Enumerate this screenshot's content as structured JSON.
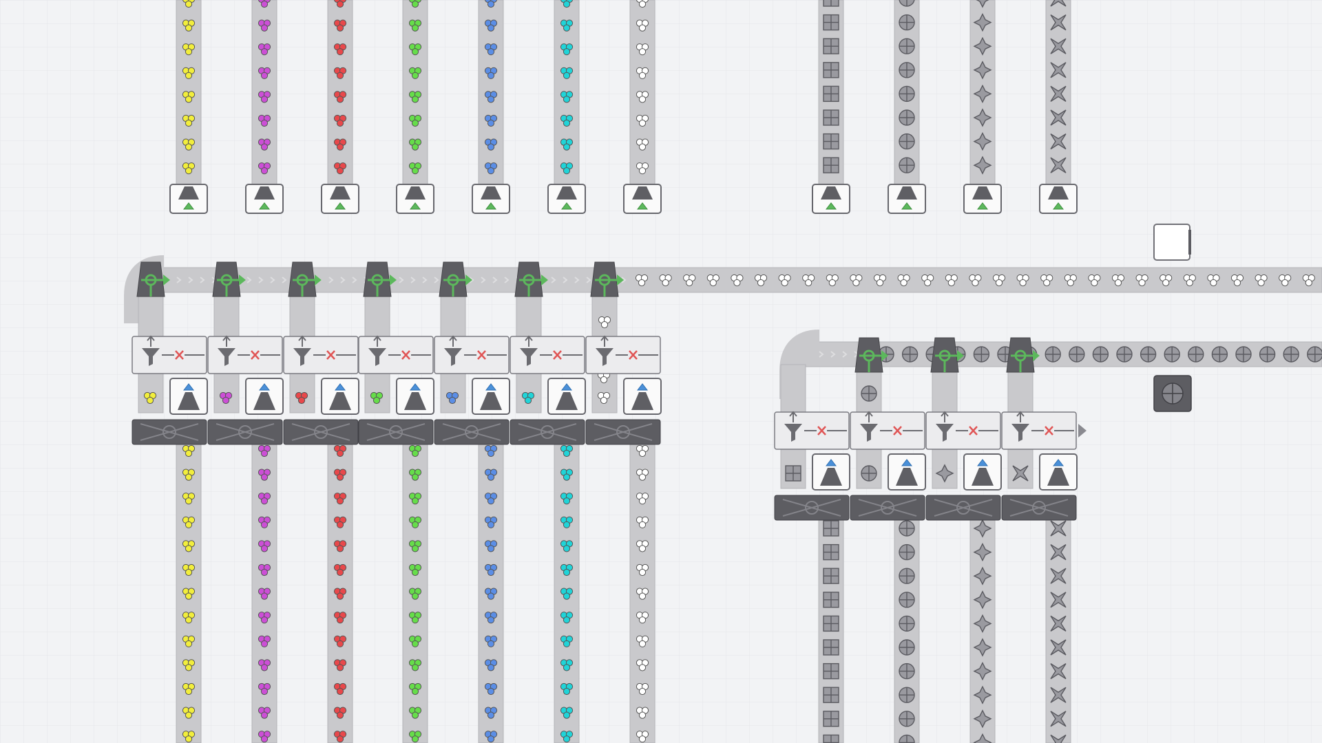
{
  "colors": {
    "background": "#f1f2f4",
    "grid": "#e3e5e8",
    "belt": "#c9c9cc",
    "belt_edge": "#b4b4b8",
    "machine_dark": "#5d5d62",
    "machine_light": "#ececee",
    "accent_green": "#5cb85c",
    "accent_blue": "#4a90d9",
    "reject_red": "#e05555"
  },
  "color_lanes": [
    {
      "name": "yellow",
      "color": "#f2ee3c"
    },
    {
      "name": "purple",
      "color": "#cc4fd6"
    },
    {
      "name": "red",
      "color": "#e8484b"
    },
    {
      "name": "green",
      "color": "#66dd4a"
    },
    {
      "name": "blue",
      "color": "#5b8ee6"
    },
    {
      "name": "cyan",
      "color": "#20d4d8"
    },
    {
      "name": "white",
      "color": "#ffffff"
    }
  ],
  "shape_lanes": [
    {
      "name": "square-grid",
      "icon": "square-grid-icon"
    },
    {
      "name": "circle-cross",
      "icon": "circle-cross-icon"
    },
    {
      "name": "star-pinwheel",
      "icon": "star-icon"
    },
    {
      "name": "pinwheel",
      "icon": "pinwheel-icon"
    }
  ],
  "icons": {
    "splitter": "filter-funnel-icon",
    "reject": "x-reject-icon",
    "extractor": "up-arrow-extractor-icon",
    "merger": "merger-valve-icon",
    "combiner": "x-combiner-icon"
  }
}
